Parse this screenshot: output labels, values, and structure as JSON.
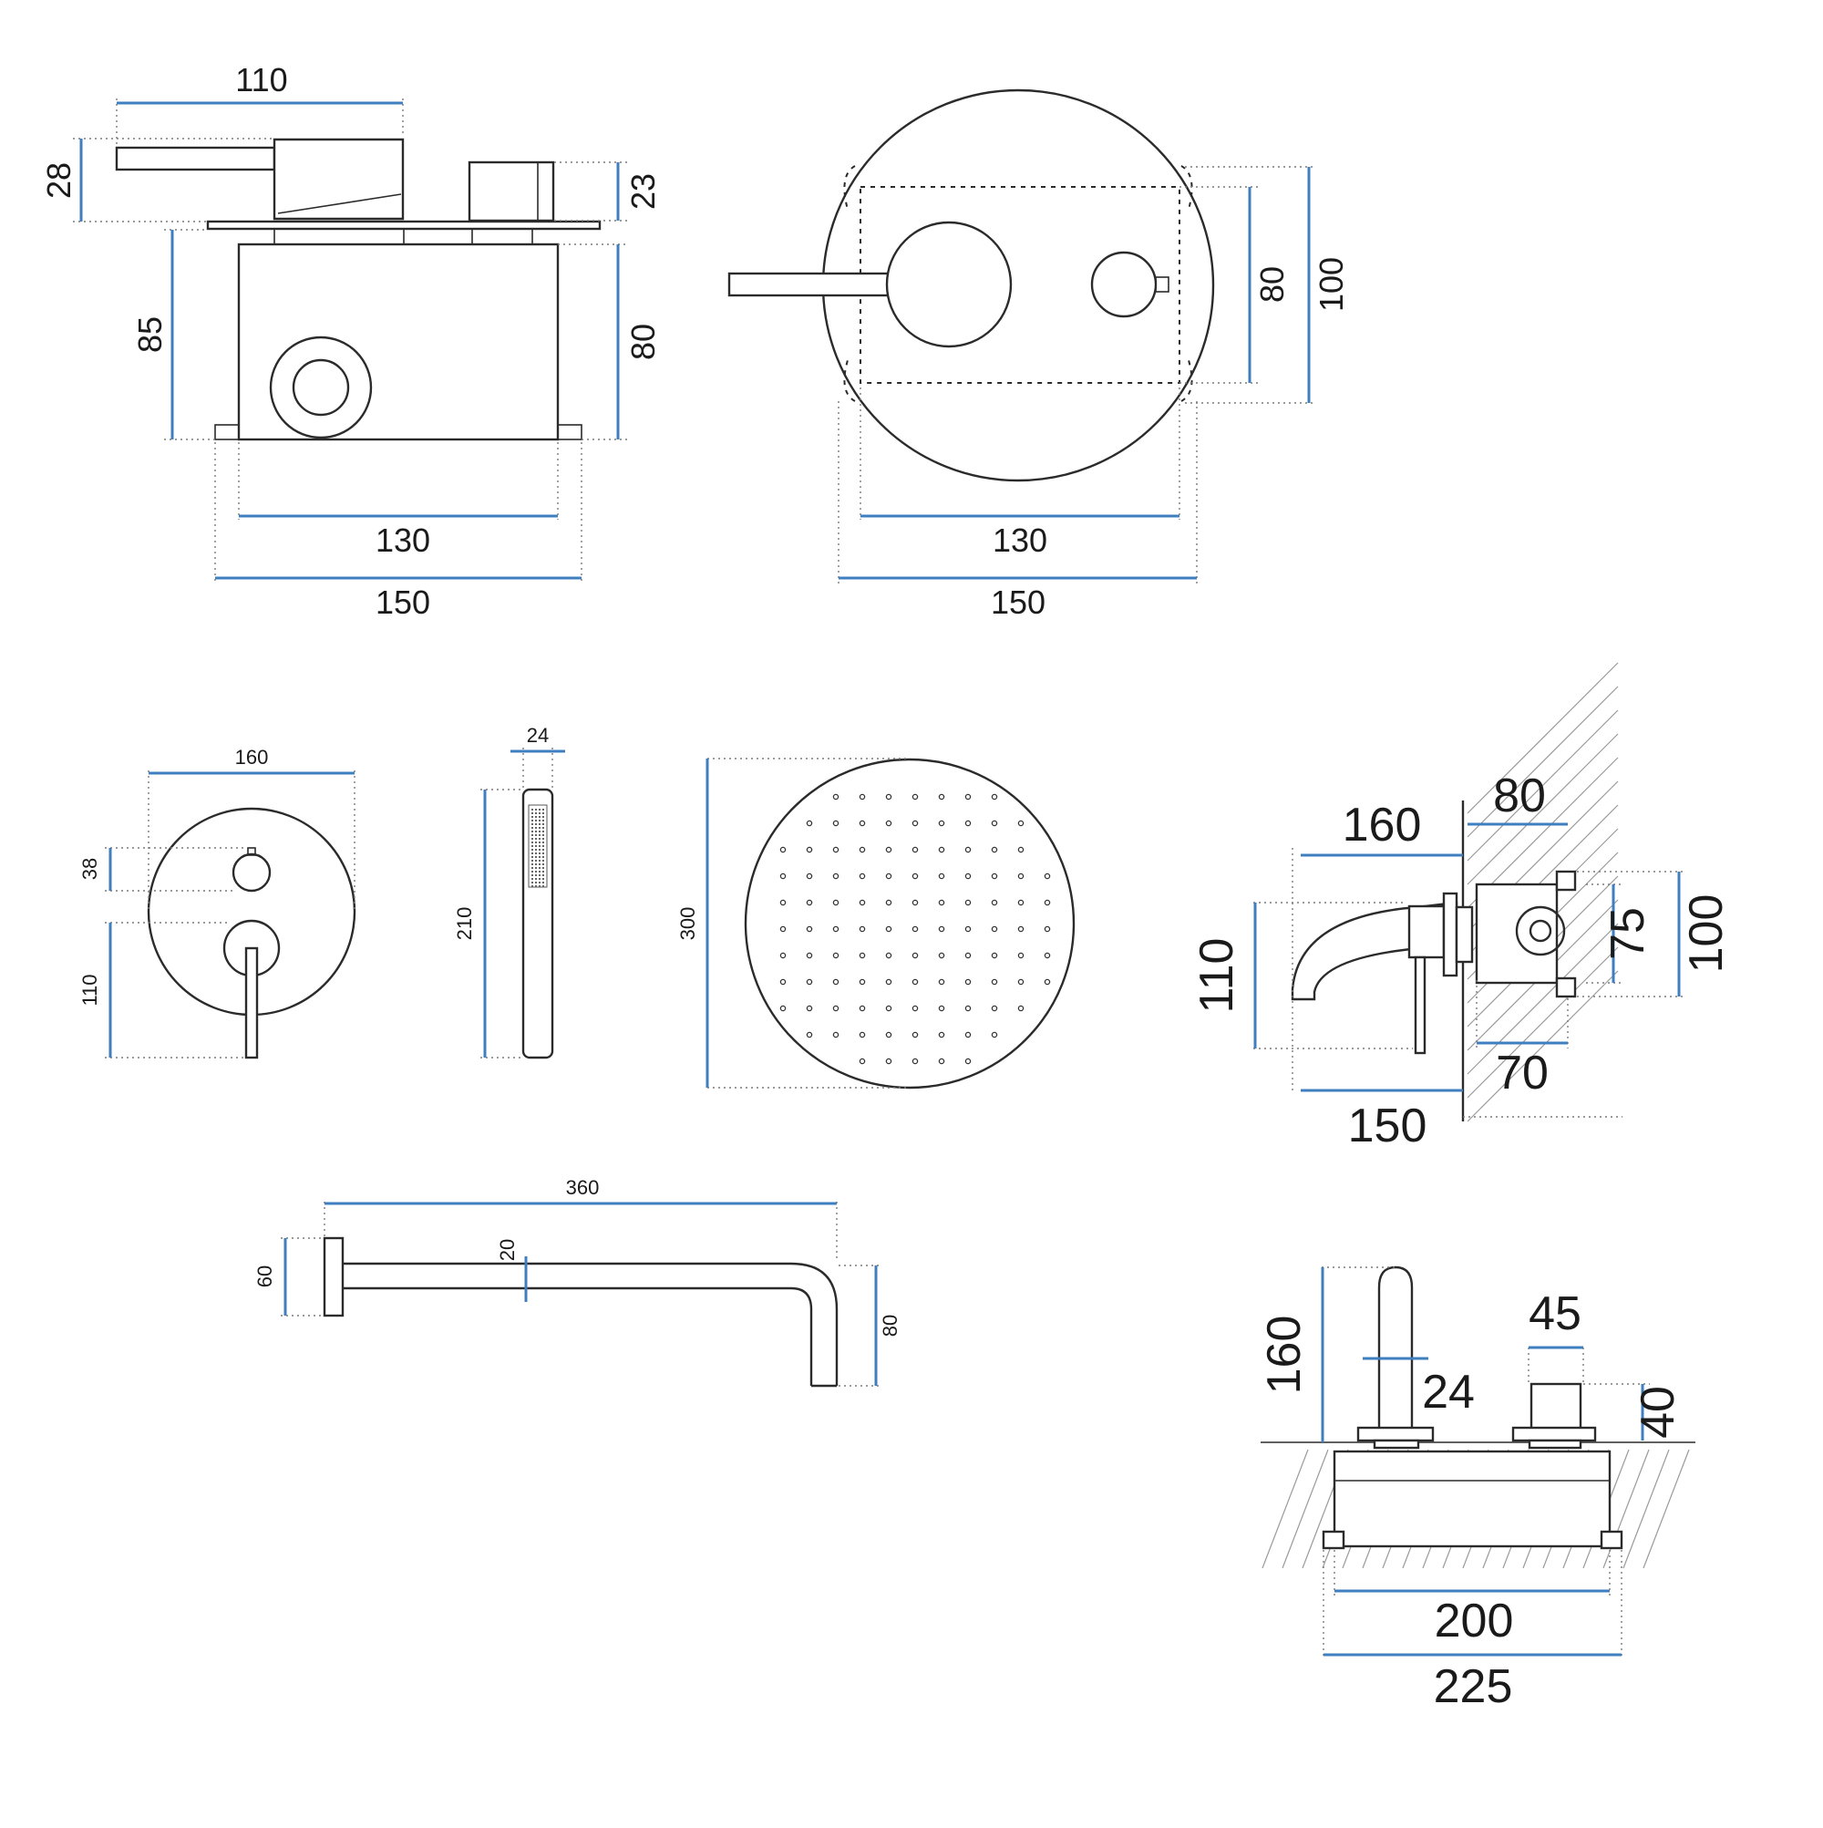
{
  "diagram": {
    "views": [
      {
        "id": "mixer-side",
        "dimensions": {
          "lever_length": "110",
          "handle_height": "28",
          "knob_height": "23",
          "box_height": "85",
          "box_depth": "80",
          "box_inner_width": "130",
          "box_outer_width": "150"
        }
      },
      {
        "id": "mixer-front",
        "dimensions": {
          "box_inner_width": "130",
          "box_outer_width": "150",
          "box_inner_height": "80",
          "box_outer_height": "100"
        }
      },
      {
        "id": "cover-plate",
        "dimensions": {
          "diameter": "160",
          "knob_offset": "38",
          "lever_offset": "110"
        }
      },
      {
        "id": "hand-shower",
        "dimensions": {
          "width": "24",
          "length": "210"
        }
      },
      {
        "id": "rain-shower-head",
        "dimensions": {
          "diameter": "300"
        }
      },
      {
        "id": "wall-spout-side",
        "dimensions": {
          "spout_projection": "160",
          "box_depth": "80",
          "spout_height": "110",
          "box_outer_height": "100",
          "box_inner_height": "75",
          "box_inner_width": "70",
          "total_depth": "150"
        }
      },
      {
        "id": "shower-arm",
        "dimensions": {
          "arm_length": "360",
          "flange_height": "60",
          "pipe_diameter": "20",
          "drop_height": "80"
        }
      },
      {
        "id": "deck-mount-side",
        "dimensions": {
          "spout_height": "160",
          "spout_diameter": "24",
          "knob_diameter": "45",
          "knob_height": "40",
          "box_inner_width": "200",
          "box_outer_width": "225"
        }
      }
    ]
  }
}
